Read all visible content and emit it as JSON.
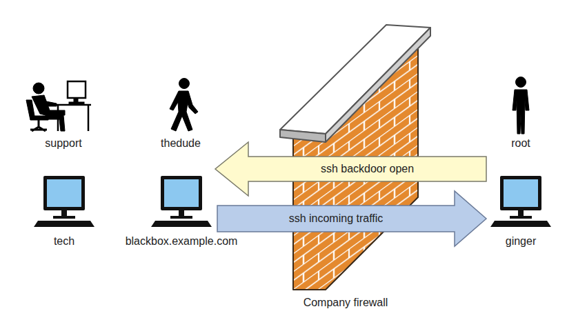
{
  "diagram": {
    "nodes": [
      {
        "text": [
          "tech"
        ]
      },
      {
        "text": [
          "blackbox.example.com"
        ]
      },
      {
        "text": [
          "ginger"
        ]
      }
    ],
    "edges": [
      {
        "from": 2,
        "to": 1,
        "arrow": "to",
        "label": "ssh backdoor open"
      },
      {
        "from": 1,
        "to": 2,
        "arrow": "to",
        "label": "ssh incoming traffic"
      }
    ],
    "labels": [
      "support",
      "thedude",
      "root",
      "Company firewall"
    ]
  }
}
